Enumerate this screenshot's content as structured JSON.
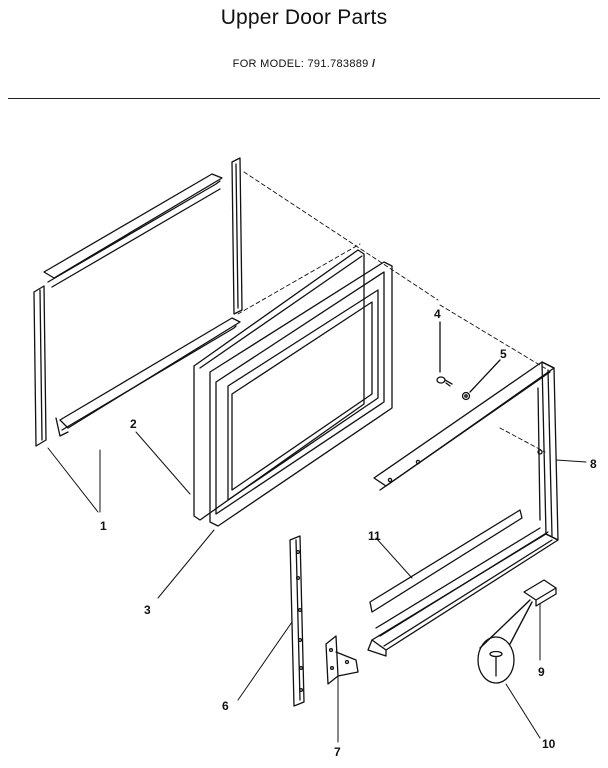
{
  "header": {
    "title": "Upper Door Parts",
    "model_prefix": "FOR MODEL:",
    "model_number": "791.783889",
    "model_mark": "/"
  },
  "callouts": [
    "1",
    "2",
    "3",
    "4",
    "5",
    "6",
    "7",
    "8",
    "9",
    "10",
    "11"
  ],
  "colors": {
    "ink": "#111111",
    "background": "#ffffff"
  }
}
